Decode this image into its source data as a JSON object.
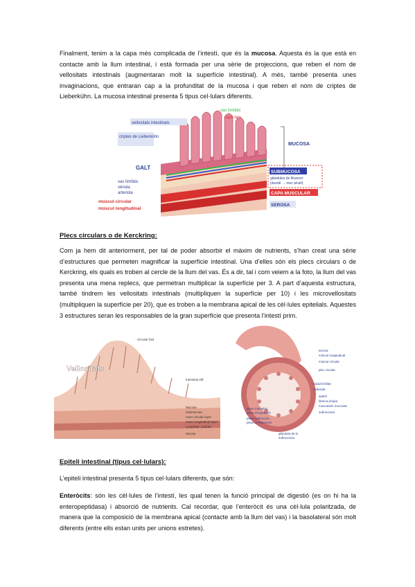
{
  "intro": {
    "text_before": "Finalment, tenim a la capa més complicada de l’intestí, que és la ",
    "bold": "mucosa",
    "text_after": ". Aquesta és la que està en contacte amb la llum intestinal, i està formada per una sèrie de projeccions, que reben el nom de vellositats intestinals (augmentaran molt la superfície intestinal). A més, també presenta unes invaginacions, que entraran cap a la profunditat de la mucosa i que reben el nom de criptes de Lieberkühn. La mucosa intestinal presenta 5 tipus cel·lulars diferents."
  },
  "figure1": {
    "labels": {
      "vas_limfatic_top": "vas limfàtic",
      "capil_lars": "capil·lars",
      "vellositats": "vellositats intestinals",
      "criptes": "criptes de Lieberkühn",
      "galt": "GALT",
      "vas_limfatic": "vas limfàtic",
      "venula": "vènula",
      "arteriola": "arteriola",
      "muscul_circular": "múscul circular",
      "muscul_longitudinal": "múscul longitudinal",
      "mucosa": "MUCOSA",
      "submucosa": "SUBMUCOSA",
      "glandules_line1": "glàndules de Brunner",
      "glandules_line2": "(duodè → moc alcalí)",
      "capa_muscular": "CAPA MUSCULAR",
      "serosa": "SEROSA"
    }
  },
  "section_plecs": {
    "heading": "Plecs circulars o de Kerckring:",
    "text": "Com ja hem dit anteriorment, per tal de poder absorbir el màxim de nutrients, s’han creat una sèrie d’estructures que permeten magnificar la superfície intestinal. Una d’elles són els plecs circulars o de Kerckring, els quals es troben al cercle de la llum del vas. És a dir, tal i com veiem a la foto, la llum del vas presenta una mena replecs, que permetran multiplicar la superfície per 3. A part d’aquesta estructura, també tindrem les vellositats intestinals (multipliquen la superfície per 10) i les microvellositats (multipliquen la superfície per 20), que es troben a la membrana apical de les cèl·lules epitelials. Aquestes 3 estructures seran les responsables de la gran superfície que presenta l’intestí prim."
  },
  "figure2": {
    "title": "Vellositats",
    "labels": {
      "circular_fold": "Circular fold",
      "intestinal_villi": "Intestinal villi",
      "mucosa": "Mucosa",
      "submucosa": "Submucosa",
      "inner_circular": "Inner circular layer",
      "outer_longitudinal": "Outer longitudinal layer",
      "lymphatic_nodules": "Lymphatic nodules",
      "serosa": "Serosa"
    }
  },
  "figure3": {
    "labels": {
      "serosa": "serosa",
      "muscul_longitudinal": "múscul longitudinal",
      "muscul_circular": "múscul circular",
      "plec_circular": "plec circular",
      "nodul_limfatic": "nòdul limfàtic",
      "vellositat": "vellositat",
      "epiteli": "epiteli",
      "lamina_propia": "làmina pròpia",
      "muscularis_mucosae": "muscularis mucosae",
      "submucosa": "submucosa",
      "plexe_mienteric_1": "plexe mientèric,",
      "plexe_mienteric_2": "plexe d’Auerbach",
      "plexe_submucos_1": "plexe submucós,",
      "plexe_submucos_2": "plexe de Meissner",
      "glandula_1": "glàndula de la",
      "glandula_2": "submucosa"
    }
  },
  "section_epiteli": {
    "heading": "Epiteli intestinal (tipus cel·lulars):",
    "intro": "L’epiteli intestinal presenta 5 tipus cel·lulars diferents, que són:",
    "enterocits_bold": "Enteròcits",
    "enterocits_text": ": són les cèl·lules de l’intestí, les qual tenen la funció principal de digestió (es on hi ha la enteropeptidasa) i absorció de nutrients. Cal recordar, que l’enteròcit és una cèl·lula polaritzada, de manera que la composició de la membrana apical (contacte amb la llum del vas) i la basolateral són molt diferents (entre ells estan units per unions estretes)."
  },
  "colors": {
    "mucosa": "#e07a8c",
    "submucosa": "#f3d9b8",
    "muscular": "#e23b3b",
    "label_blue": "#2b3d8f",
    "lymph_green": "#3bb54a",
    "vein_blue": "#3956c9"
  }
}
